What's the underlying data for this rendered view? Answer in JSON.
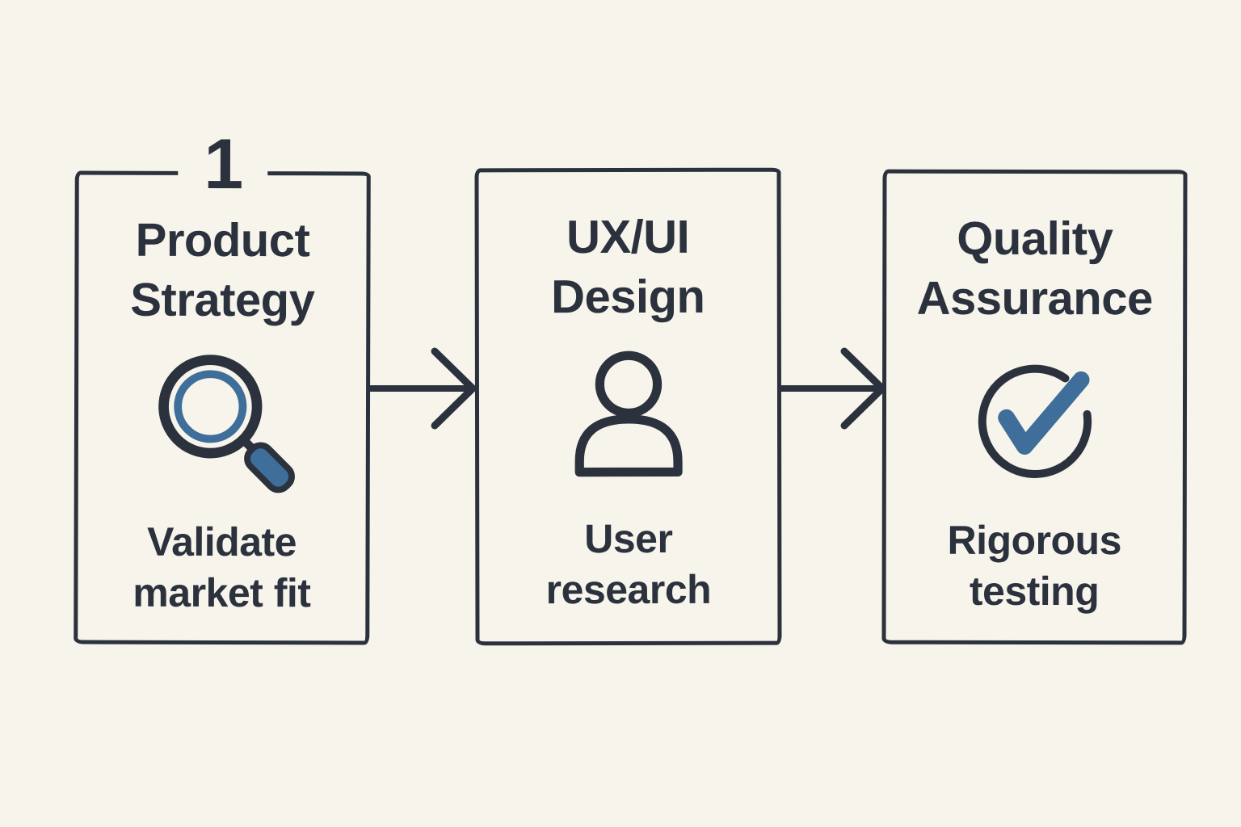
{
  "colors": {
    "paper": "#f7f4ec",
    "ink": "#2b323d",
    "accent": "#3e6e99"
  },
  "steps": [
    {
      "number": "1",
      "title_line1": "Product",
      "title_line2": "Strategy",
      "icon": "magnifier-icon",
      "caption_line1": "Validate",
      "caption_line2": "market fit"
    },
    {
      "title_line1": "UX/UI",
      "title_line2": "Design",
      "icon": "person-icon",
      "caption_line1": "User",
      "caption_line2": "research"
    },
    {
      "title_line1": "Quality",
      "title_line2": "Assurance",
      "icon": "check-circle-icon",
      "caption_line1": "Rigorous",
      "caption_line2": "testing"
    }
  ]
}
